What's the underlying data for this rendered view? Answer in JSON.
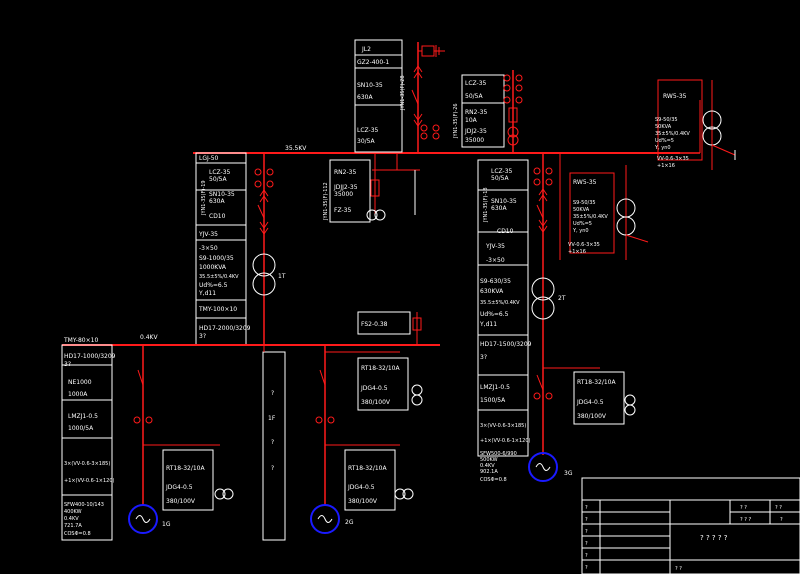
{
  "colors": {
    "background": "#000000",
    "line": "#ff1a1a",
    "frame": "#ffffff",
    "motor": "#1a1aff",
    "text": "#ffffff"
  },
  "bus": {
    "hv_label": "35.5KV",
    "lv_label": "0.4KV"
  },
  "incoming": {
    "labels": [
      "JL2",
      "GZ2-400-1",
      "SN10-35",
      "630A",
      "LCZ-35",
      "30/5A"
    ],
    "cabinet": "JYN1-35(F)-28"
  },
  "pt_panel": {
    "cabinet": "JYN1-35(F)-26",
    "labels": [
      "LCZ-35",
      "50/5A",
      "RN2-35",
      "10A",
      "JDJ2-35",
      "35000"
    ]
  },
  "rw_top": {
    "labels": [
      "RW5-35",
      "S9-50/35",
      "50KVA",
      "35±5%/0.4KV",
      "Ud%=5",
      "Y, yn0",
      "VV-0.6-3×35",
      "+1×16"
    ]
  },
  "t1_feeder": {
    "labels": [
      "LGJ-50",
      "LCZ-35",
      "50/5A",
      "SN10-35",
      "630A",
      "CD10",
      "YJV-35",
      "-3×50",
      "S9-1000/35",
      "1000KVA",
      "35.5±5%/0.4KV",
      "Ud%=6.5",
      "Y,d11",
      "TMY-100×10",
      "HD17-2000/3209",
      "3?"
    ],
    "cabinet": "JYN1-35(F)-19",
    "transformer": "1T"
  },
  "rn_panel": {
    "cabinet": "JYN1-35(F)-112",
    "labels": [
      "RN2-35",
      "JDJJ2-35",
      "35000",
      "FZ-35"
    ]
  },
  "t2_feeder": {
    "cabinet": "JYN1-35(F)-18",
    "labels": [
      "LCZ-35",
      "50/5A",
      "SN10-35",
      "630A",
      "CD10",
      "YJV-35",
      "-3×50",
      "S9-630/35",
      "630KVA",
      "35.5±5%/0.4KV",
      "Ud%=6.5",
      "Y,d11",
      "HD17-1500/3209",
      "3?",
      "LMZJ1-0.5",
      "1500/5A",
      "3×(VV-0.6-3×185)",
      "+1×(VV-0.6-1×120)",
      "SFW500-6/990",
      "500KW",
      "0.4KV",
      "902.1A",
      "COSΦ=0.8"
    ],
    "transformer": "2T",
    "motor": "3G"
  },
  "rw_mid": {
    "labels": [
      "RW5-35",
      "S9-50/35",
      "50KVA",
      "35±5%/0.4KV",
      "Ud%=5",
      "Y, yn0",
      "VV-0.6-3×35",
      "+1×16"
    ]
  },
  "lv_left": {
    "labels": [
      "TMY-80×10",
      "HD17-1000/3209",
      "3?",
      "NE1000",
      "1000A",
      "LMZJ1-0.5",
      "1000/5A",
      "3×(VV-0.6-3×185)",
      "+1×(VV-0.6-1×120)",
      "SFW400-10/143",
      "400KW",
      "0.4KV",
      "721.7A",
      "COSΦ=0.8"
    ],
    "motor": "1G"
  },
  "lv_cabinet": {
    "chars": [
      "?",
      "1F",
      "?",
      "?"
    ]
  },
  "lv_mid": {
    "motor": "2G"
  },
  "aux_units": {
    "fs_label": "FS2-0.38",
    "rt_label": "RT18-32/10A",
    "jdg_label": "JDG4-0.5",
    "vt_label": "380/100V"
  },
  "title_block": {
    "title": "? ? ? ? ?",
    "cell_a": "? ?",
    "cell_b": "? ? ?",
    "cell_c": "? ?",
    "cell_d": "?",
    "cell_e": "? ?",
    "row_marks": [
      "?",
      "?",
      "?",
      "?",
      "?",
      "?"
    ]
  }
}
